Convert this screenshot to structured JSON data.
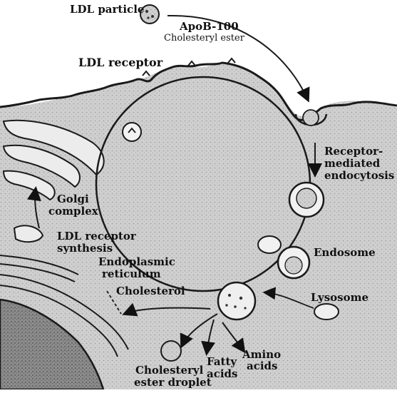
{
  "labels": {
    "ldl_particle": "LDL particle",
    "apob100": "ApoB-100",
    "cholesteryl_ester": "Cholesteryl ester",
    "ldl_receptor": "LDL receptor",
    "receptor_mediated_line1": "Receptor-",
    "receptor_mediated_line2": "mediated",
    "receptor_mediated_line3": "endocytosis",
    "golgi_line1": "Golgi",
    "golgi_line2": "complex",
    "ldl_receptor_synthesis_line1": "LDL receptor",
    "ldl_receptor_synthesis_line2": "synthesis",
    "endosome": "Endosome",
    "er_line1": "Endoplasmic",
    "er_line2": "reticulum",
    "cholesterol": "Cholesterol",
    "lysosome": "Lysosome",
    "amino_line1": "Amino",
    "amino_line2": "acids",
    "fatty_line1": "Fatty",
    "fatty_line2": "acids",
    "droplet_line1": "Cholesteryl",
    "droplet_line2": "ester droplet"
  },
  "colors": {
    "ink": "#111111",
    "cytoplasm": "#d9d9d9",
    "nucleus": "#8c8c8c",
    "membrane": "#1a1a1a"
  }
}
